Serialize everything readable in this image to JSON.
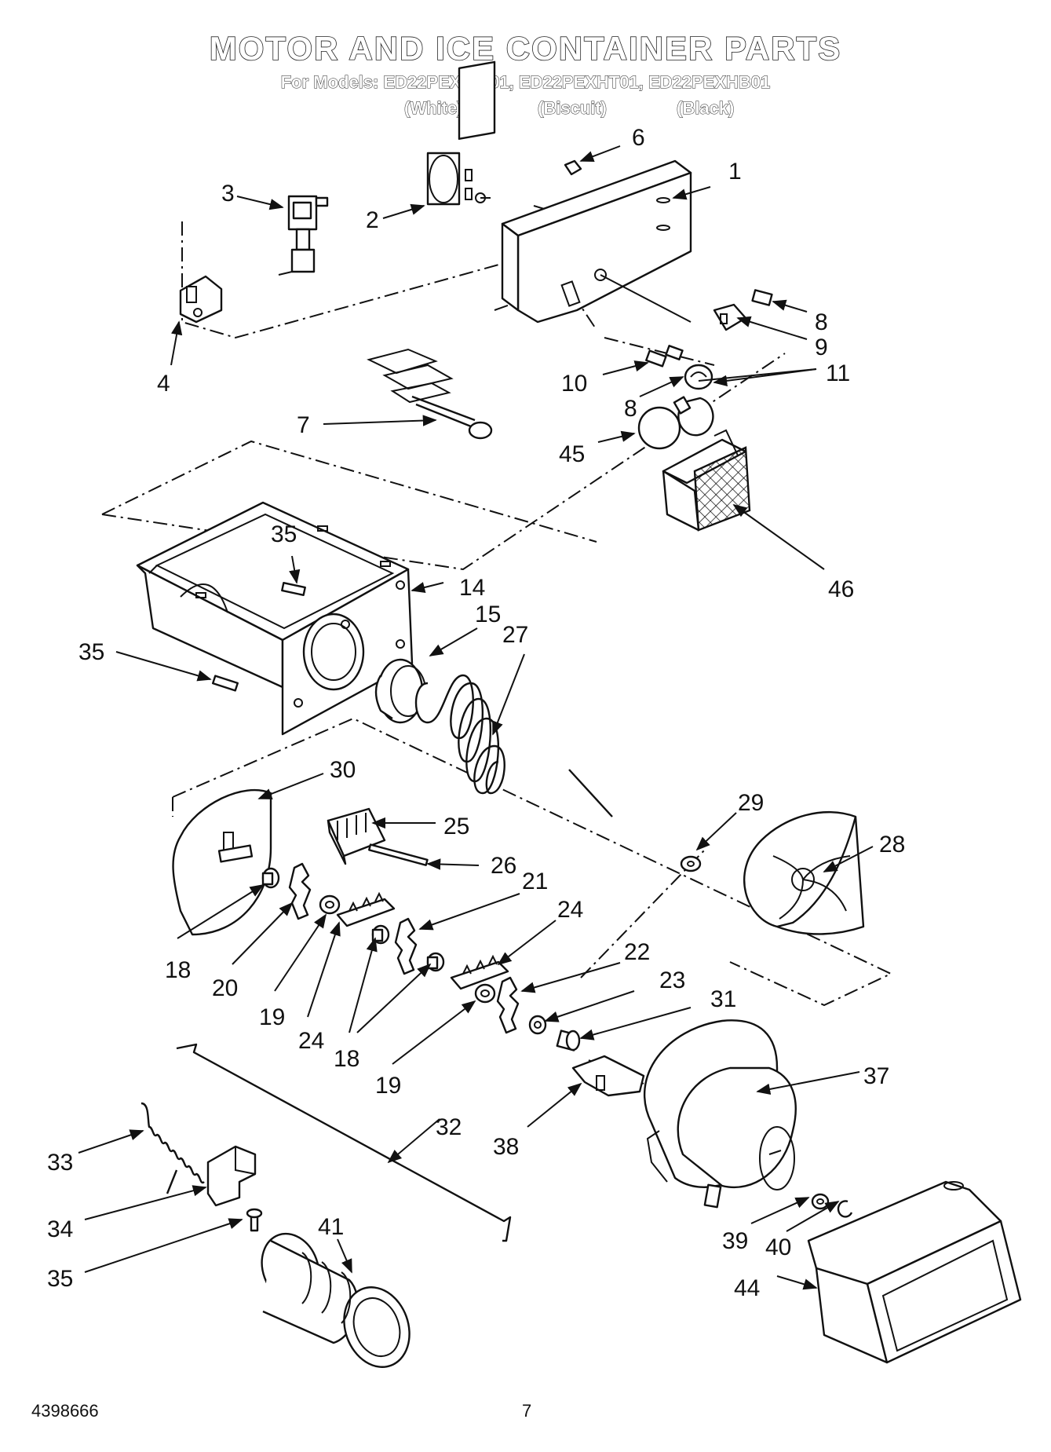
{
  "header": {
    "title": "MOTOR AND ICE CONTAINER PARTS",
    "models": "For Models: ED22PEXHW01, ED22PEXHT01, ED22PEXHB01",
    "color_white": "(White)",
    "color_biscuit": "(Biscuit)",
    "color_black": "(Black)"
  },
  "callouts": {
    "c1": "1",
    "c2": "2",
    "c3": "3",
    "c4": "4",
    "c6": "6",
    "c7": "7",
    "c8a": "8",
    "c8b": "8",
    "c9": "9",
    "c10": "10",
    "c11": "11",
    "c45": "45",
    "c46": "46",
    "c35a": "35",
    "c14": "14",
    "c15": "15",
    "c27": "27",
    "c35b": "35",
    "c30": "30",
    "c29": "29",
    "c25": "25",
    "c28": "28",
    "c26": "26",
    "c21": "21",
    "c24a": "24",
    "c22": "22",
    "c23": "23",
    "c31": "31",
    "c18a": "18",
    "c20": "20",
    "c19a": "19",
    "c24b": "24",
    "c18b": "18",
    "c19b": "19",
    "c37": "37",
    "c32": "32",
    "c38": "38",
    "c33": "33",
    "c34": "34",
    "c35c": "35",
    "c41": "41",
    "c39": "39",
    "c40": "40",
    "c44": "44"
  },
  "footer": {
    "doc_number": "4398666",
    "page_number": "7"
  }
}
